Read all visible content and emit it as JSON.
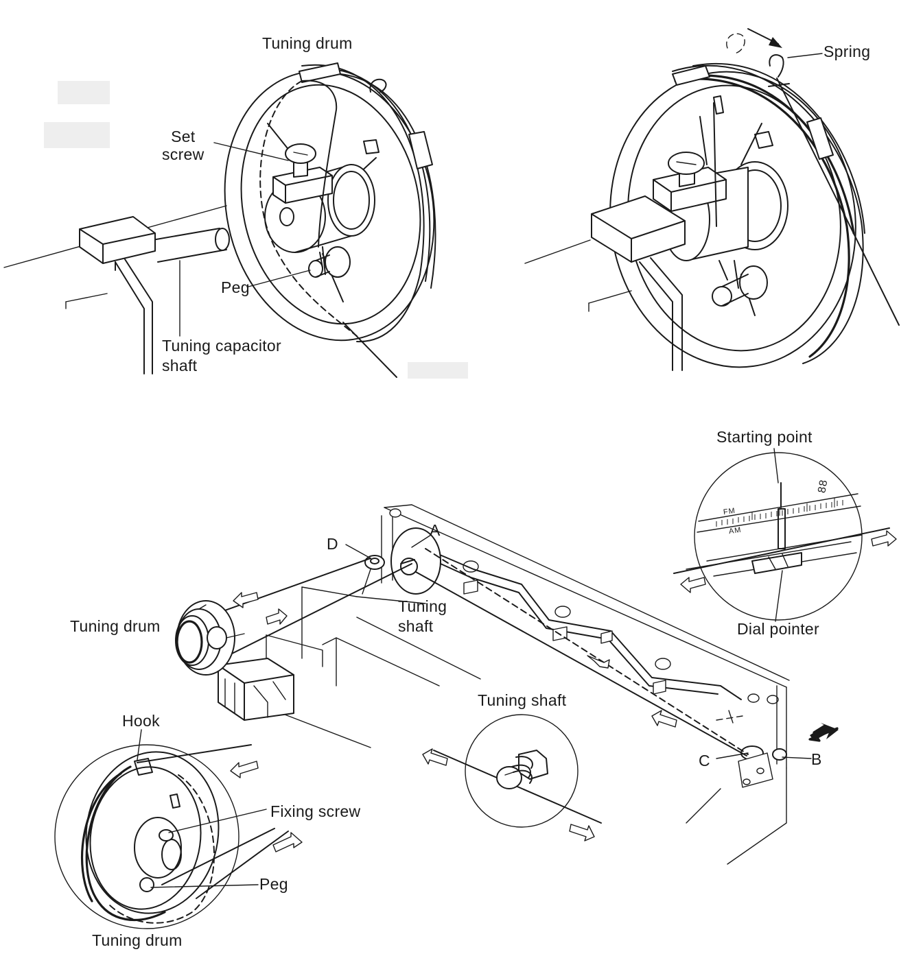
{
  "top_left": {
    "tuning_drum": "Tuning drum",
    "set_screw": "Set\nscrew",
    "peg": "Peg",
    "tuning_capacitor_shaft": "Tuning capacitor\nshaft"
  },
  "top_right": {
    "spring": "Spring"
  },
  "bottom": {
    "starting_point": "Starting point",
    "dial_pointer": "Dial pointer",
    "dial_fm": "FM",
    "dial_am": "AM",
    "dial_88": "88",
    "point_a": "A",
    "point_b": "B",
    "point_c": "C",
    "point_d": "D",
    "tuning_drum": "Tuning drum",
    "tuning_shaft_center": "Tuning\nshaft",
    "tuning_shaft_inset": "Tuning shaft",
    "hook": "Hook",
    "fixing_screw": "Fixing screw",
    "peg": "Peg",
    "tuning_drum_bottom": "Tuning drum"
  }
}
